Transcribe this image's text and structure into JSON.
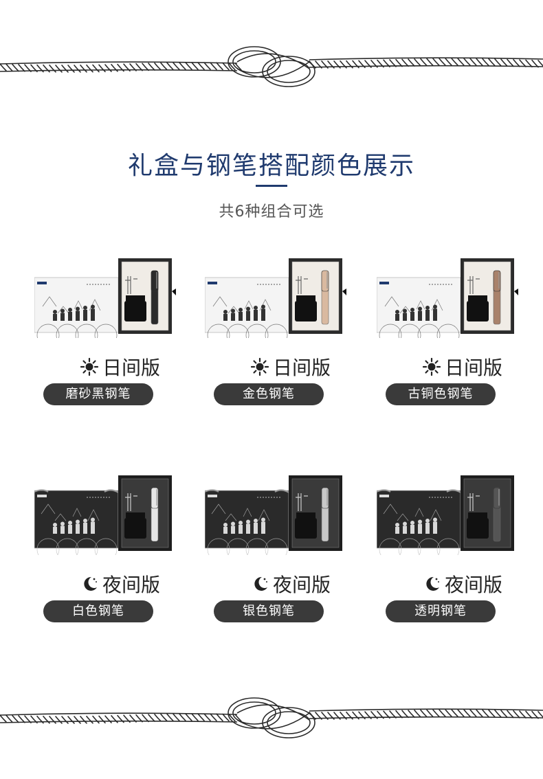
{
  "header": {
    "title": "礼盒与钢笔搭配颜色展示",
    "subtitle": "共6种组合可选"
  },
  "colors": {
    "title": "#1f3a6e",
    "pill_bg": "#3a3a3a",
    "pill_text": "#ffffff"
  },
  "products": [
    {
      "edition": "日间版",
      "edition_icon": "sun-icon",
      "pen": "磨砂黑钢笔",
      "box_theme": "day",
      "pen_color": "#2b2b2b"
    },
    {
      "edition": "日间版",
      "edition_icon": "sun-icon",
      "pen": "金色钢笔",
      "box_theme": "day",
      "pen_color": "#d9b9a0"
    },
    {
      "edition": "日间版",
      "edition_icon": "sun-icon",
      "pen": "古铜色钢笔",
      "box_theme": "day",
      "pen_color": "#a9826b"
    },
    {
      "edition": "夜间版",
      "edition_icon": "moon-icon",
      "pen": "白色钢笔",
      "box_theme": "night",
      "pen_color": "#e6e6e6"
    },
    {
      "edition": "夜间版",
      "edition_icon": "moon-icon",
      "pen": "银色钢笔",
      "box_theme": "night",
      "pen_color": "#c8c8c8"
    },
    {
      "edition": "夜间版",
      "edition_icon": "moon-icon",
      "pen": "透明钢笔",
      "box_theme": "night",
      "pen_color": "#555555"
    }
  ]
}
